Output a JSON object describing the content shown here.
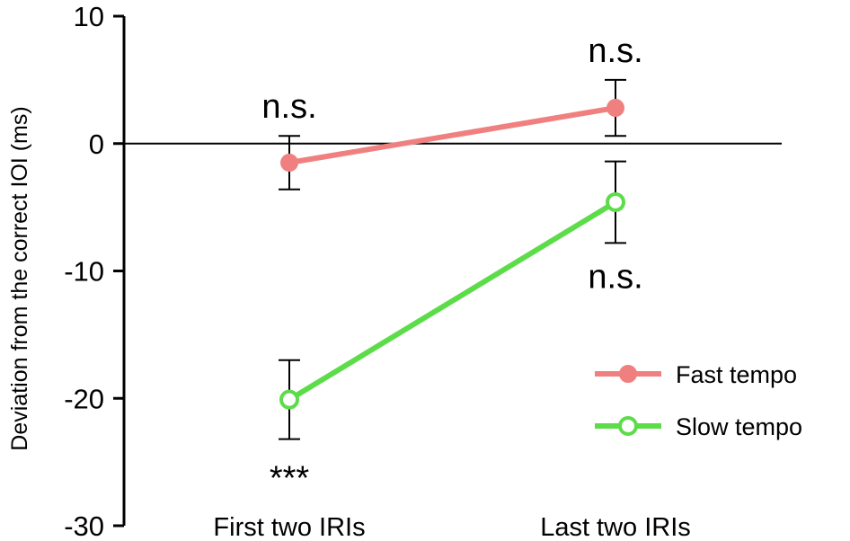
{
  "chart_data": {
    "type": "line",
    "ylabel": "Deviation from the correct IOI (ms)",
    "xlabel": "",
    "categories": [
      "First two IRIs",
      "Last two IRIs"
    ],
    "ylim": [
      -30,
      10
    ],
    "yticks": [
      10,
      0,
      -10,
      -20,
      -30
    ],
    "yticks_text": [
      "10",
      "0",
      "-10",
      "-20",
      "-30"
    ],
    "zero_line": true,
    "grid": false,
    "legend_position": "bottom-right",
    "series": [
      {
        "name": "Fast tempo",
        "color": "#f08080",
        "marker": "filled-circle",
        "values": [
          -1.5,
          2.8
        ],
        "error": [
          2.1,
          2.2
        ]
      },
      {
        "name": "Slow tempo",
        "color": "#5ddc4a",
        "marker": "open-circle",
        "values": [
          -20.1,
          -4.6
        ],
        "error": [
          3.1,
          3.2
        ]
      }
    ],
    "annotations": [
      {
        "text": "n.s.",
        "category": 0,
        "series": 0,
        "placement": "above"
      },
      {
        "text": "n.s.",
        "category": 1,
        "series": 0,
        "placement": "above"
      },
      {
        "text": "n.s.",
        "category": 1,
        "series": 1,
        "placement": "below"
      },
      {
        "text": "***",
        "category": 0,
        "series": 1,
        "placement": "below"
      }
    ]
  }
}
